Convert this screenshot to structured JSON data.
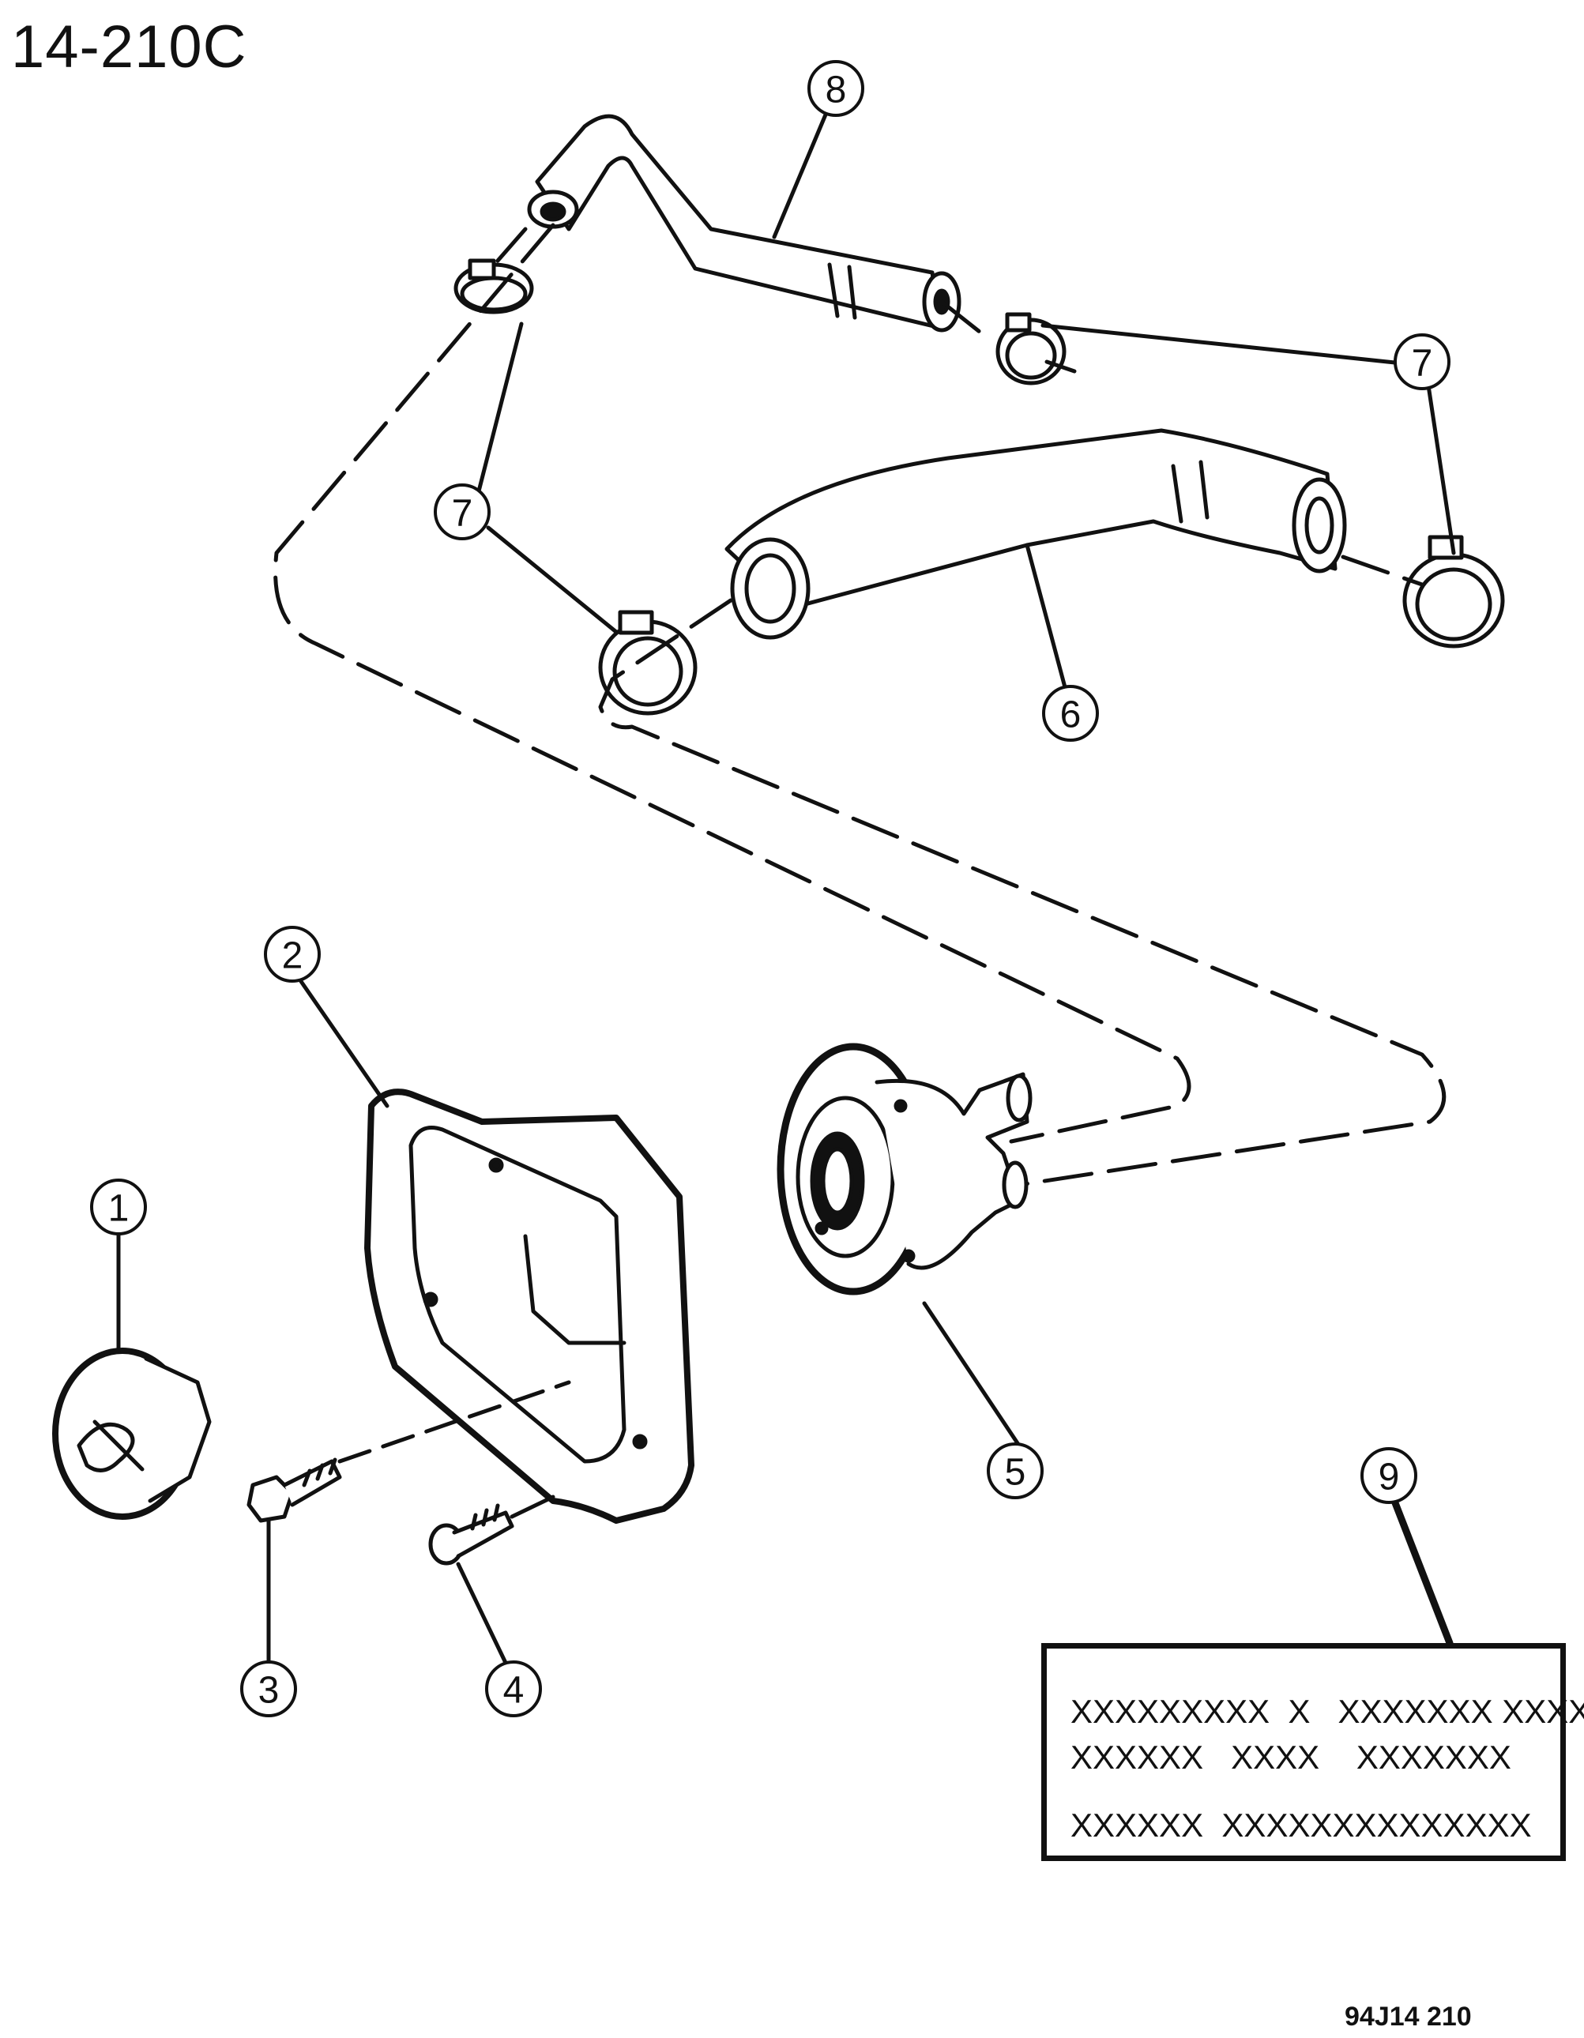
{
  "figure_code": "14-210C",
  "footer_code": "94J14  210",
  "colors": {
    "ink": "#111111",
    "background": "#ffffff"
  },
  "callouts": {
    "c1": "1",
    "c2": "2",
    "c3": "3",
    "c4": "4",
    "c5": "5",
    "c6": "6",
    "c7a": "7",
    "c7b": "7",
    "c8": "8",
    "c9": "9"
  },
  "label": {
    "line1": "XXXXXXXXX  X   XXXXXXX XXXX",
    "line2": "XXXXXX   XXXX    XXXXXXX",
    "line3": "XXXXXX  XXXXXXXXXXXXXX"
  }
}
